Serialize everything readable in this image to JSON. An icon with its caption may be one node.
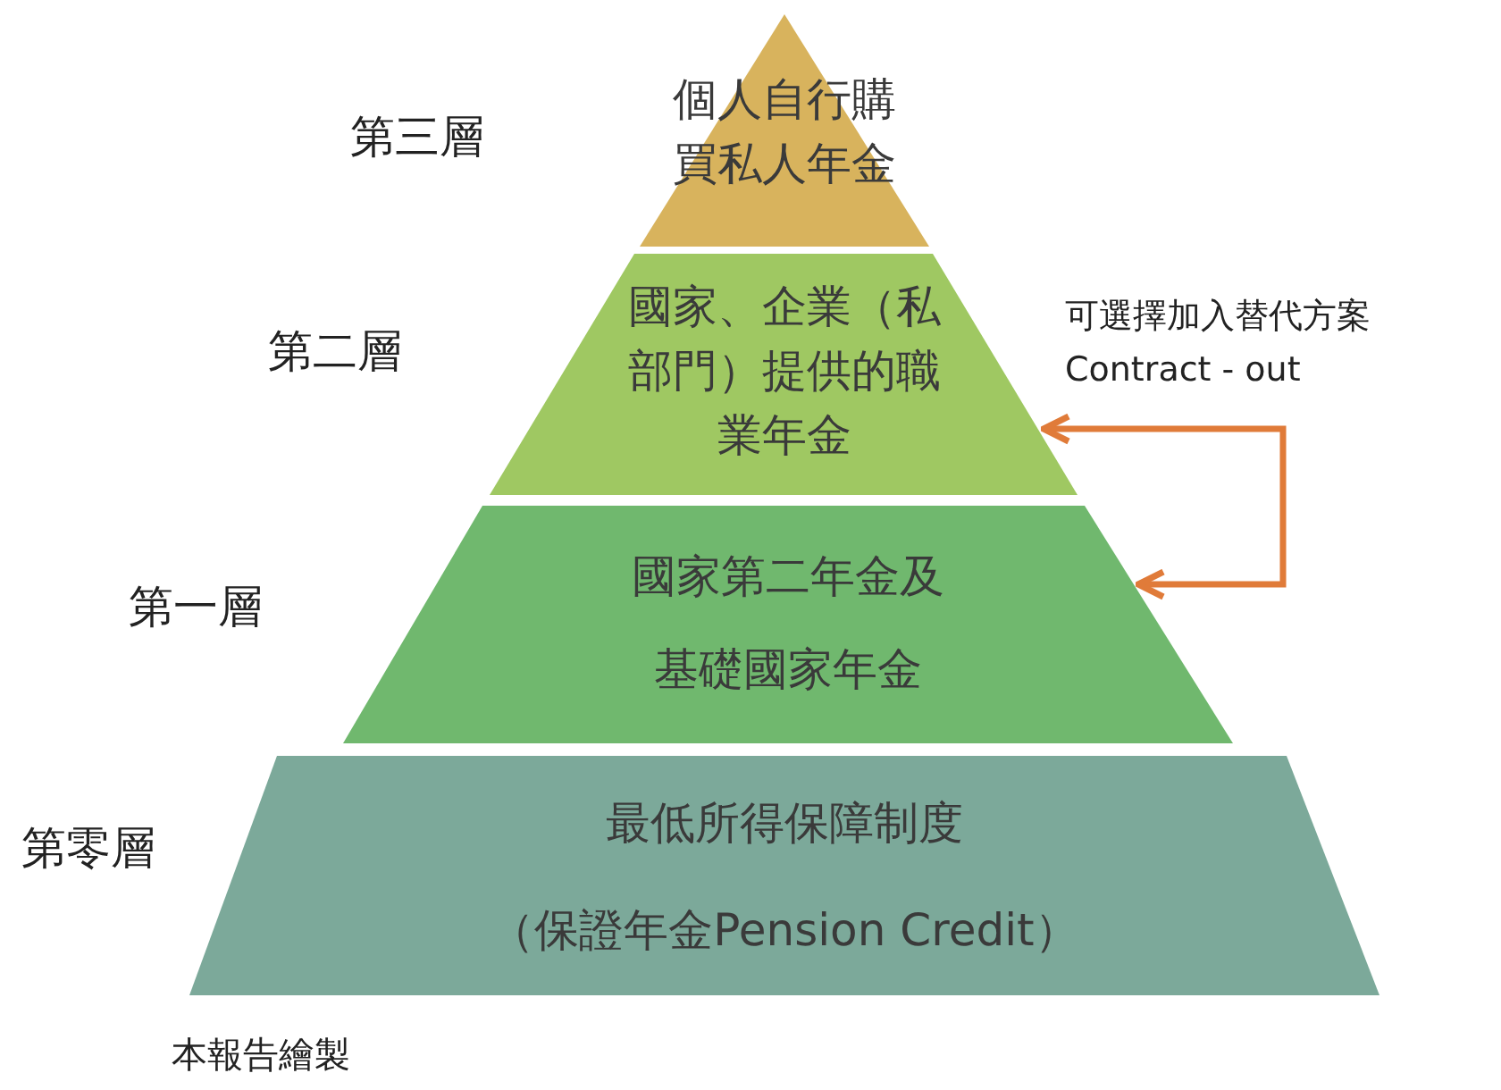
{
  "diagram": {
    "nodes": [
      {
        "text": [
          "個人自行購買私人年金"
        ],
        "beside": [
          "第三層"
        ]
      },
      {
        "text": [
          "國家、企業（私部門）提供的職業年金"
        ],
        "beside": [
          "第二層"
        ]
      },
      {
        "text": [
          "國家第二年金及",
          "基礎國家年金"
        ],
        "beside": [
          "第一層"
        ]
      },
      {
        "text": [
          "最低所得保障制度",
          "（保證年金Pension Credit）"
        ],
        "beside": [
          "第零層"
        ]
      }
    ],
    "edges": [
      {
        "from": 1,
        "to": 2,
        "arrow": "both",
        "label": "可選擇加入替代方案 Contract - out",
        "color": "#e07b39"
      }
    ],
    "labels": [
      "本報告繪製"
    ]
  }
}
